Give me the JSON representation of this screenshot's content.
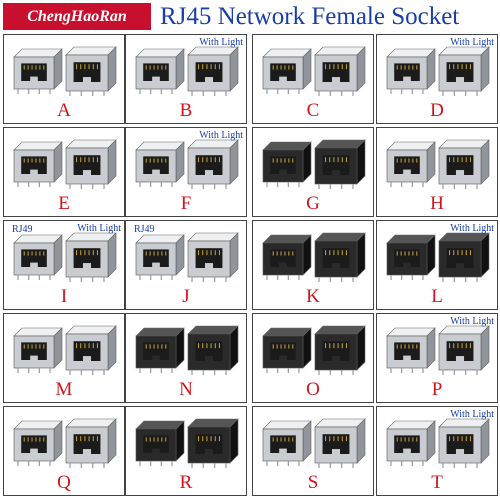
{
  "header": {
    "brand": "ChengHaoRan",
    "title": "RJ45 Network Female Socket"
  },
  "products": [
    {
      "letter": "A",
      "tag": "",
      "rj": "",
      "body": "metal"
    },
    {
      "letter": "B",
      "tag": "With Light",
      "rj": "",
      "body": "metal"
    },
    {
      "letter": "C",
      "tag": "",
      "rj": "",
      "body": "metal"
    },
    {
      "letter": "D",
      "tag": "With Light",
      "rj": "",
      "body": "metal"
    },
    {
      "letter": "E",
      "tag": "",
      "rj": "",
      "body": "metal"
    },
    {
      "letter": "F",
      "tag": "With Light",
      "rj": "",
      "body": "metal"
    },
    {
      "letter": "G",
      "tag": "",
      "rj": "",
      "body": "black"
    },
    {
      "letter": "H",
      "tag": "",
      "rj": "",
      "body": "metal"
    },
    {
      "letter": "I",
      "tag": "With Light",
      "rj": "RJ49",
      "body": "metal"
    },
    {
      "letter": "J",
      "tag": "",
      "rj": "RJ49",
      "body": "metal"
    },
    {
      "letter": "K",
      "tag": "",
      "rj": "",
      "body": "black"
    },
    {
      "letter": "L",
      "tag": "With Light",
      "rj": "",
      "body": "black"
    },
    {
      "letter": "M",
      "tag": "",
      "rj": "",
      "body": "metal"
    },
    {
      "letter": "N",
      "tag": "",
      "rj": "",
      "body": "black"
    },
    {
      "letter": "O",
      "tag": "",
      "rj": "",
      "body": "black"
    },
    {
      "letter": "P",
      "tag": "With Light",
      "rj": "",
      "body": "metal"
    },
    {
      "letter": "Q",
      "tag": "",
      "rj": "",
      "body": "metal"
    },
    {
      "letter": "R",
      "tag": "",
      "rj": "",
      "body": "black"
    },
    {
      "letter": "S",
      "tag": "",
      "rj": "",
      "body": "metal"
    },
    {
      "letter": "T",
      "tag": "With Light",
      "rj": "",
      "body": "metal"
    }
  ],
  "colors": {
    "brand_bg": "#c8102e",
    "title": "#1a3ea8",
    "letter": "#d2141e",
    "tag": "#1a3ea8"
  }
}
